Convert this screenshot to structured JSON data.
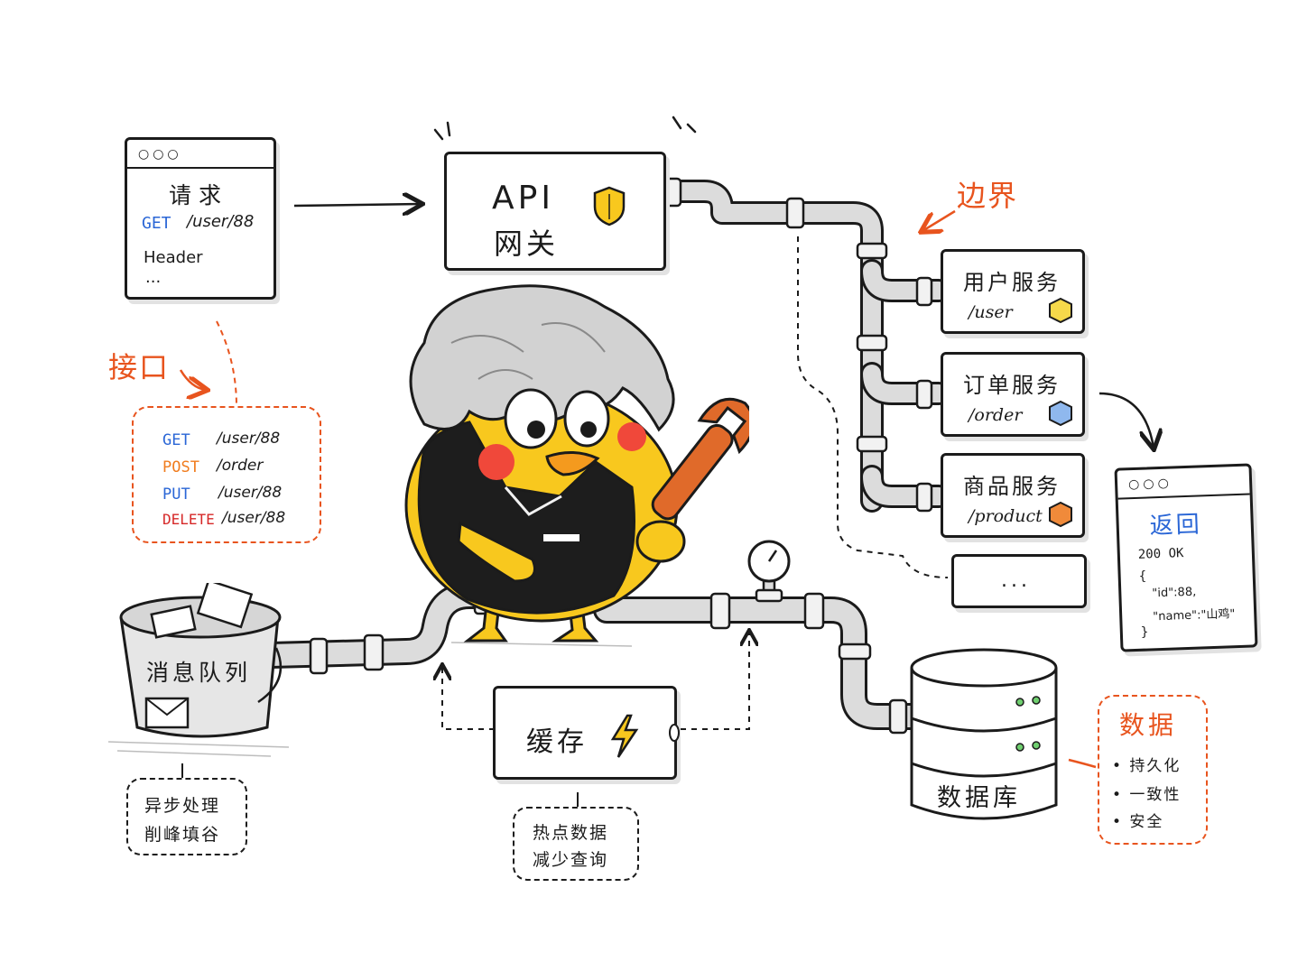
{
  "request": {
    "title": "请 求",
    "method": "GET",
    "path": "/user/88",
    "header": "Header",
    "more": "..."
  },
  "gateway": {
    "line1": "API",
    "line2": "网关"
  },
  "labels": {
    "boundary": "边界",
    "interface": "接口",
    "data_title": "数据"
  },
  "interfaces": [
    {
      "method": "GET",
      "path": "/user/88",
      "color": "#2a66d6"
    },
    {
      "method": "POST",
      "path": "/order",
      "color": "#f07c1e"
    },
    {
      "method": "PUT",
      "path": "/user/88",
      "color": "#2a66d6"
    },
    {
      "method": "DELETE",
      "path": "/user/88",
      "color": "#d62828"
    }
  ],
  "services": [
    {
      "name": "用户服务",
      "path": "/user",
      "hex_color": "#f6d94a"
    },
    {
      "name": "订单服务",
      "path": "/order",
      "hex_color": "#8fb8ee"
    },
    {
      "name": "商品服务",
      "path": "/product",
      "hex_color": "#f08a3a"
    }
  ],
  "more_services": "...",
  "response": {
    "title": "返回",
    "status": "200 OK",
    "body_open": "{",
    "line1": "\"id\":88,",
    "line2": "\"name\":\"山鸡\"",
    "body_close": "}"
  },
  "queue": {
    "label": "消息队列",
    "note1": "异步处理",
    "note2": "削峰填谷"
  },
  "cache": {
    "label": "缓存",
    "note1": "热点数据",
    "note2": "减少查询"
  },
  "database": {
    "label": "数据库"
  },
  "data_points": [
    "• 持久化",
    "• 一致性",
    "• 安全"
  ],
  "colors": {
    "accent": "#e8541e",
    "pipe": "#d9d9d9",
    "character": "#f8c81e"
  }
}
